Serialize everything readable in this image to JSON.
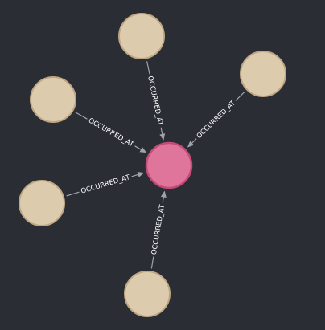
{
  "graph": {
    "edge_label": "OCCURRED_AT",
    "colors": {
      "background": "#2b2d35",
      "center_fill": "#df759a",
      "center_stroke": "#c14c76",
      "leaf_fill": "#ddcbae",
      "leaf_stroke": "#bfa683",
      "edge": "#9fa3aa",
      "label_text": "#ffffff"
    },
    "edges": [
      {
        "from": "n-top",
        "to": "n-center",
        "label": "OCCURRED_AT"
      },
      {
        "from": "n-top-right",
        "to": "n-center",
        "label": "OCCURRED_AT"
      },
      {
        "from": "n-upper-left",
        "to": "n-center",
        "label": "OCCURRED_AT"
      },
      {
        "from": "n-left",
        "to": "n-center",
        "label": "OCCURRED_AT"
      },
      {
        "from": "n-bottom",
        "to": "n-center",
        "label": "OCCURRED_AT"
      }
    ]
  }
}
